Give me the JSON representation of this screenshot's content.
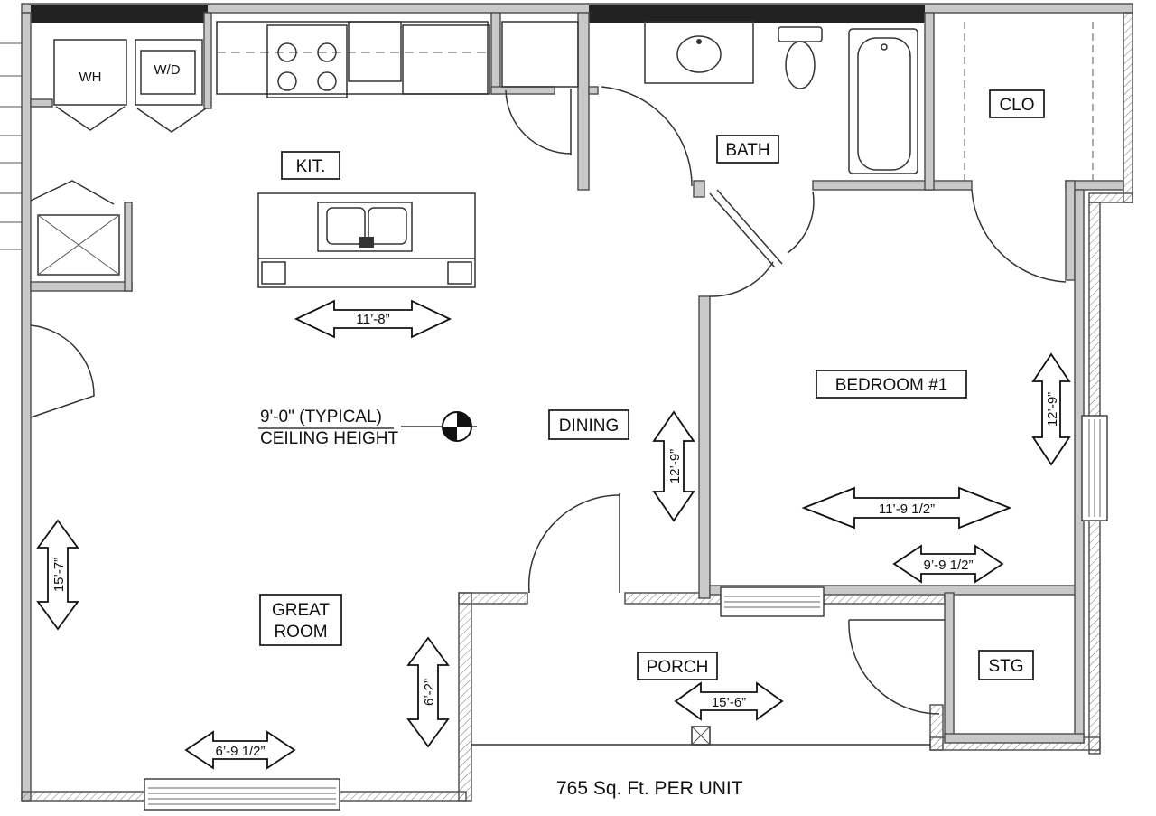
{
  "rooms": {
    "wh": "WH",
    "wd": "W/D",
    "kitchen": "KIT.",
    "bath": "BATH",
    "closet": "CLO",
    "bedroom": "BEDROOM #1",
    "dining": "DINING",
    "great_room_line1": "GREAT",
    "great_room_line2": "ROOM",
    "porch": "PORCH",
    "storage": "STG"
  },
  "ceiling_note": {
    "line1": "9'-0\" (TYPICAL)",
    "line2": "CEILING HEIGHT"
  },
  "dimensions": {
    "kitchen_width": "11’-8”",
    "bedroom_width": "11’-9 1/2”",
    "bedroom_width_2": "9’-9 1/2”",
    "bedroom_depth": "12’-9”",
    "dining_depth": "12’-9”",
    "great_room_depth": "15’-7”",
    "entry_depth": "6’-2”",
    "entry_width": "6’-9 1/2”",
    "porch_width": "15’-6”"
  },
  "footer": {
    "area_label": "765 Sq. Ft. PER UNIT"
  }
}
